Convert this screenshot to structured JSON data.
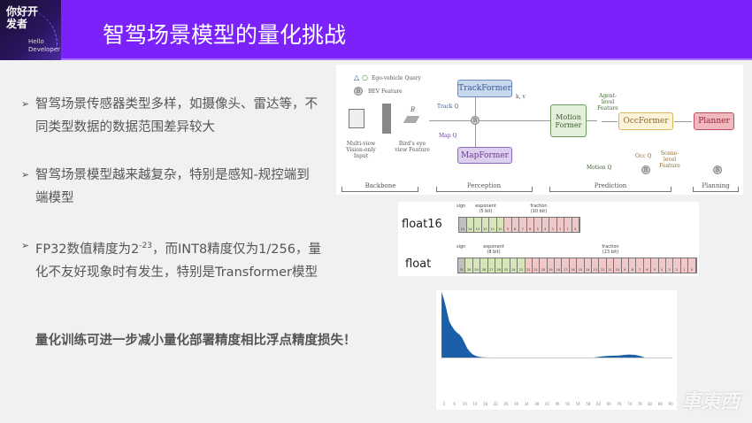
{
  "header": {
    "logo_cn": "你好开发者",
    "logo_en": "Hello Developer",
    "title": "智驾场景模型的量化挑战",
    "accent": "#7b22fa"
  },
  "bullets": [
    {
      "text": "智驾场景传感器类型多样，如摄像头、雷达等，不同类型数据的数据范围差异较大"
    },
    {
      "text": "智驾场景模型越来越复杂，特别是感知-规控端到端模型"
    },
    {
      "pre": "FP32数值精度为2",
      "sup": "-23",
      "post": "，而INT8精度仅为1/256，量化不友好现象时有发生，特别是Transformer模型"
    }
  ],
  "emphasis": "量化训练可进一步减小量化部署精度相比浮点精度损失！",
  "uniad": {
    "legend_query": "Ego-vehicle Query",
    "legend_bev": "BEV Feature",
    "input": "Multi-view Vision-only Input",
    "bev": "Bird's eye view Feature",
    "bev_symbol": "B",
    "trackformer": "TrackFormer",
    "mapformer": "MapFormer",
    "motionformer": "Motion Former",
    "occformer": "OccFormer",
    "planner": "Planner",
    "track_q": "Track Q",
    "map_q": "Map Q",
    "motion_q": "Motion Q",
    "occ_q": "Occ Q",
    "agent_feature": "Agent-level Feature",
    "scene_feature": "Scene-level Feature",
    "kv": "k, v",
    "b": "B",
    "stages": [
      "Backbone",
      "Perception",
      "Prediction",
      "Planning"
    ]
  },
  "formats": {
    "float16": {
      "name": "float16",
      "sign": "sign",
      "exponent": "exponent",
      "exponent_bits": "(5 bit)",
      "fraction": "fraction",
      "fraction_bits": "(10 bit)",
      "total": 16,
      "exp": 5
    },
    "float": {
      "name": "float",
      "sign": "sign",
      "exponent": "exponent",
      "exponent_bits": "(8 bit)",
      "fraction": "fraction",
      "fraction_bits": "(23 bit)",
      "total": 32,
      "exp": 8
    },
    "colors": {
      "sign": "#c0c0c0",
      "exponent": "#d6e6b8",
      "fraction": "#f0c8c8"
    }
  },
  "chart_data": {
    "type": "area",
    "color": "#1a5fa8",
    "x_ticks": [
      2,
      6,
      10,
      14,
      18,
      22,
      26,
      30,
      34,
      38,
      42,
      46,
      50,
      54,
      58,
      62,
      66,
      70,
      74,
      78,
      82,
      86,
      90
    ],
    "x": [
      1,
      2,
      3,
      4,
      5,
      6,
      7,
      8,
      9,
      10,
      11,
      12,
      13,
      14,
      15,
      16,
      17,
      18,
      20,
      60,
      62,
      64,
      66,
      68,
      70,
      72,
      74,
      76,
      78,
      80
    ],
    "y": [
      1.0,
      0.88,
      0.72,
      0.55,
      0.48,
      0.42,
      0.38,
      0.35,
      0.3,
      0.22,
      0.14,
      0.09,
      0.05,
      0.03,
      0.015,
      0.008,
      0.004,
      0.002,
      0,
      0,
      0.01,
      0.02,
      0.025,
      0.028,
      0.03,
      0.04,
      0.045,
      0.04,
      0.025,
      0
    ],
    "grid": false
  },
  "watermark": "車東西"
}
